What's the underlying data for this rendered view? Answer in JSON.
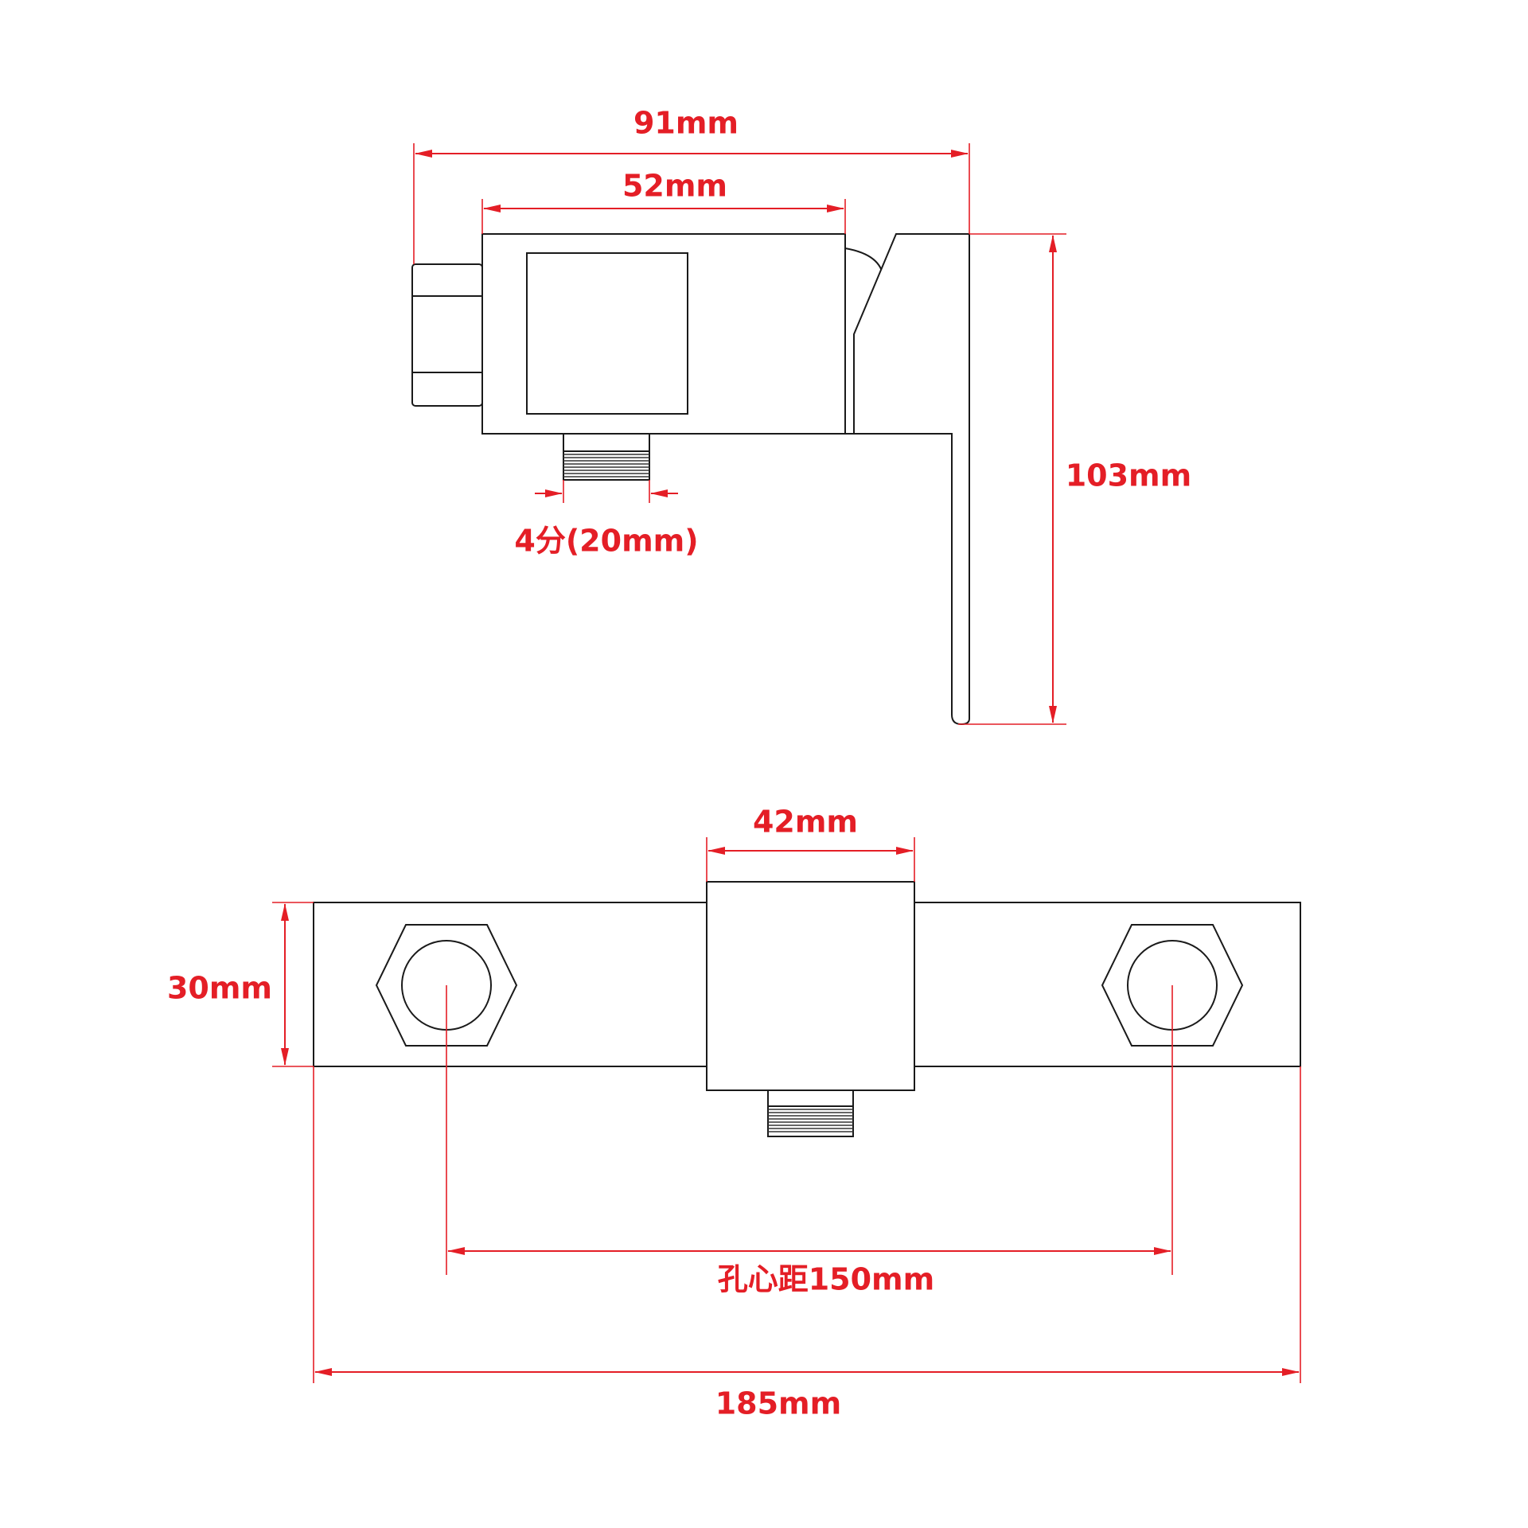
{
  "colors": {
    "dimension": "#e41e26",
    "outline": "#1a1a1a",
    "background": "#ffffff"
  },
  "side_view": {
    "overall_width": "91mm",
    "body_width": "52mm",
    "height": "103mm",
    "outlet_thread": "4分(20mm)"
  },
  "bottom_view": {
    "valve_width": "42mm",
    "plate_height": "30mm",
    "hole_spacing": "孔心距150mm",
    "overall_length": "185mm"
  }
}
